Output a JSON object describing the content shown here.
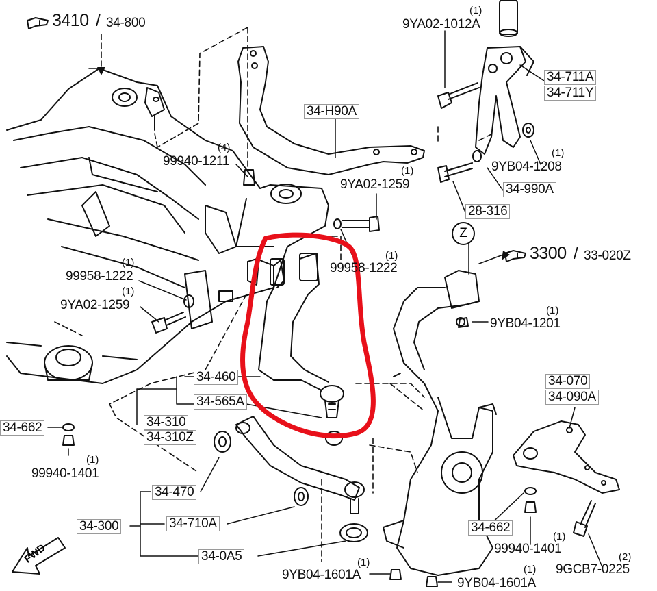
{
  "references": {
    "ref_3410": {
      "main": "3410",
      "sub": "34-800"
    },
    "ref_3300": {
      "main": "3300",
      "sub": "33-020Z"
    },
    "z_marker": "Z",
    "fwd": "FWD"
  },
  "labels": {
    "p_9ya02_1012a": "9YA02-1012A",
    "q_9ya02_1012a": "(1)",
    "p_34_711a": "34-711A",
    "p_34_711y": "34-711Y",
    "p_34_h90a": "34-H90A",
    "p_99940_1211": "99940-1211",
    "q_99940_1211": "(4)",
    "p_9yb04_1208": "9YB04-1208",
    "q_9yb04_1208": "(1)",
    "p_34_990a": "34-990A",
    "p_28_316": "28-316",
    "p_9ya02_1259_top": "9YA02-1259",
    "q_9ya02_1259_top": "(1)",
    "p_99958_1222_right": "99958-1222",
    "q_99958_1222_right": "(1)",
    "p_99958_1222_left": "99958-1222",
    "q_99958_1222_left": "(1)",
    "p_9ya02_1259_left": "9YA02-1259",
    "q_9ya02_1259_left": "(1)",
    "p_9yb04_1201": "9YB04-1201",
    "q_9yb04_1201": "(1)",
    "p_34_460": "34-460",
    "p_34_565a": "34-565A",
    "p_34_310": "34-310",
    "p_34_310z": "34-310Z",
    "p_34_662_left": "34-662",
    "p_99940_1401_left": "99940-1401",
    "q_99940_1401_left": "(1)",
    "p_34_470": "34-470",
    "p_34_300": "34-300",
    "p_34_710a": "34-710A",
    "p_34_0a5": "34-0A5",
    "p_9yb04_1601a_left": "9YB04-1601A",
    "q_9yb04_1601a_left": "(1)",
    "p_9yb04_1601a_right": "9YB04-1601A",
    "q_9yb04_1601a_right": "(1)",
    "p_34_070": "34-070",
    "p_34_090a": "34-090A",
    "p_34_662_right": "34-662",
    "p_99940_1401_right": "99940-1401",
    "q_99940_1401_right": "(1)",
    "p_9gcb7_0225": "9GCB7-0225",
    "q_9gcb7_0225": "(2)"
  },
  "colors": {
    "line": "#111111",
    "highlight": "#e8101a",
    "label_border": "#9a9a9a"
  },
  "icons": {
    "reference_pointer": "pointing-hand-icon",
    "forward_arrow": "fwd-arrow-icon"
  }
}
